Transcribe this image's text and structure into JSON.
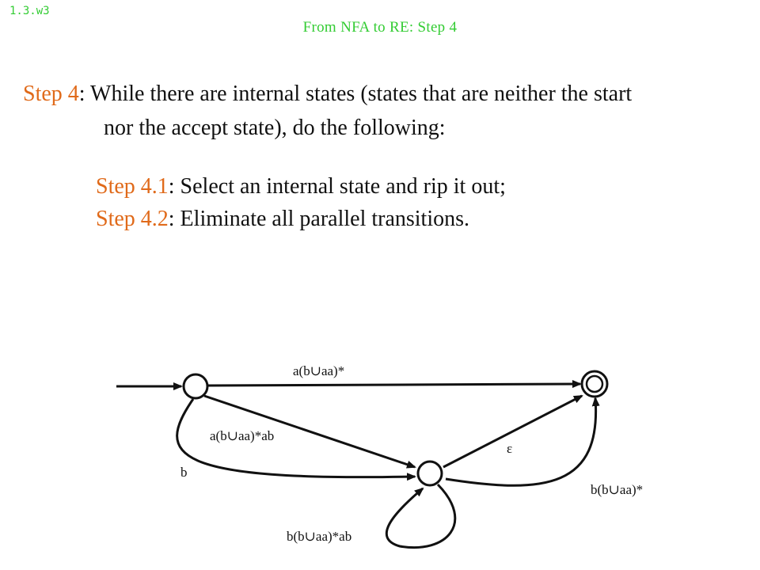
{
  "slide_id": "1.3.w3",
  "slide_title": "From NFA to RE: Step 4",
  "body": {
    "step4_label": "Step 4",
    "step4_text_line1": ": While there are internal states (states that are neither the start",
    "step4_text_line2": "nor the accept state), do the following:",
    "step41_label": "Step 4.1",
    "step41_text": ": Select an internal state and rip it out;",
    "step42_label": "Step 4.2",
    "step42_text": ": Eliminate all parallel transitions."
  },
  "colors": {
    "green": "#33cc33",
    "orange": "#e06a1a",
    "black": "#111111"
  },
  "diagram": {
    "states": [
      "start",
      "internal",
      "accept"
    ],
    "start_state": "start",
    "accept_state": "accept",
    "transitions": [
      {
        "from": "start",
        "to": "accept",
        "label": "a(b∪aa)*"
      },
      {
        "from": "start",
        "to": "internal",
        "label": "a(b∪aa)*ab"
      },
      {
        "from": "start",
        "to": "internal",
        "label": "b"
      },
      {
        "from": "internal",
        "to": "accept",
        "label": "ε"
      },
      {
        "from": "internal",
        "to": "accept",
        "label": "b(b∪aa)*"
      },
      {
        "from": "internal",
        "to": "internal",
        "label": "b(b∪aa)*ab"
      }
    ]
  }
}
